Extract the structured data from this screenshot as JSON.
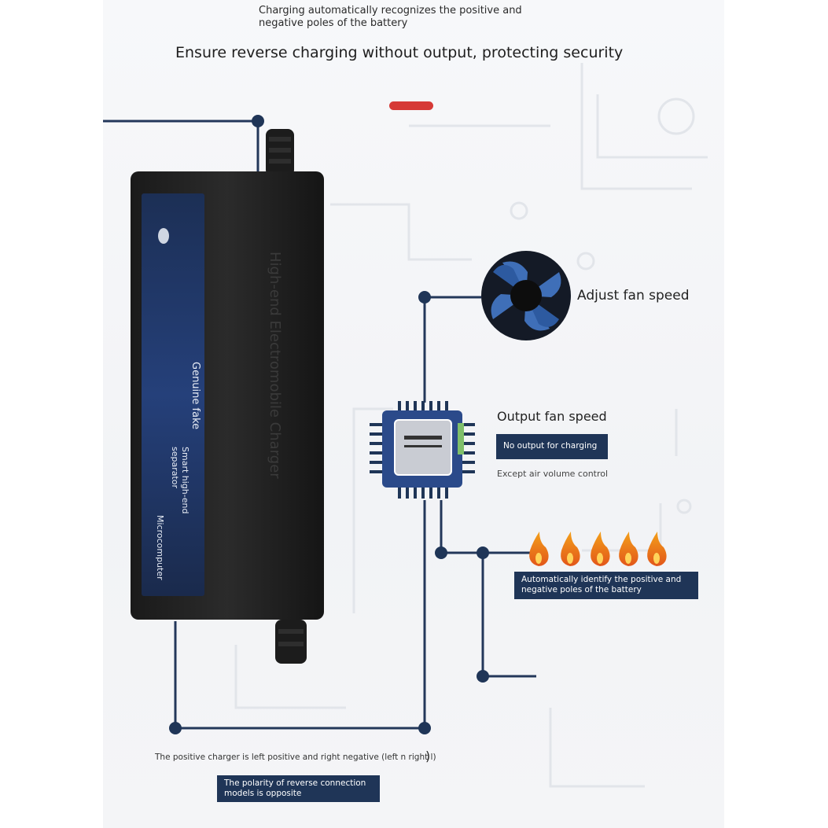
{
  "header": {
    "line1": "Charging automatically recognizes the positive and",
    "line2": "negative poles of the battery",
    "headline": "Ensure reverse charging without output, protecting security"
  },
  "fan": {
    "label": "Adjust fan speed"
  },
  "chip": {
    "title": "Output fan speed",
    "box_label": "No output for charging",
    "note": "Except air volume control"
  },
  "flames": {
    "box_label": "Automatically identify the positive and negative poles of the battery"
  },
  "bottom": {
    "note": "The positive charger is left positive and right negative (left n right l)",
    "paren": ")",
    "box_label": "The polarity of reverse connection models is opposite"
  },
  "device": {
    "side_text": "High-end Electromobile Charger",
    "label_line1": "Genuine fake",
    "label_line2": "Smart high-end",
    "label_line3": "separator",
    "label_line4": "Microcomputer"
  },
  "colors": {
    "accent": "#1f3557",
    "line": "#23375a",
    "red": "#d63a36"
  }
}
